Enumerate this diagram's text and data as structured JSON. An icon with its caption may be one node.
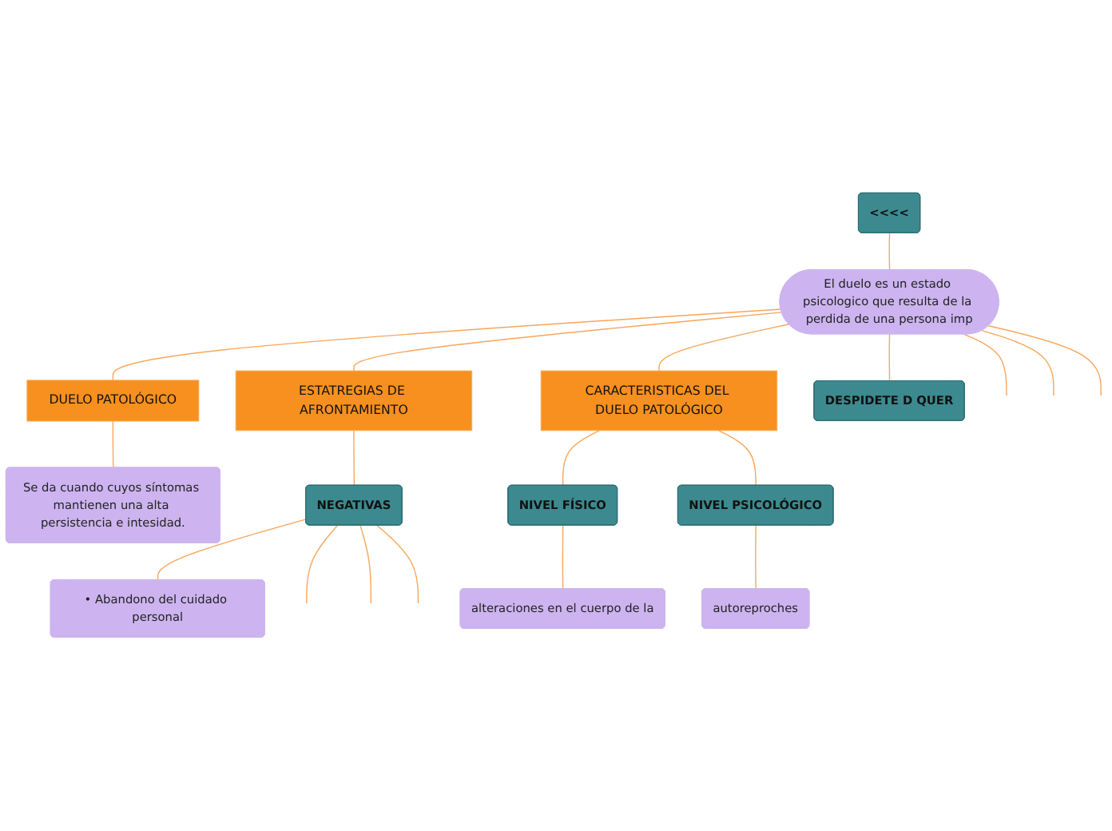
{
  "diagram": {
    "nodes": [
      {
        "text": [
          "<<<<"
        ]
      },
      {
        "text": [
          "El duelo es un estado psicologico que resulta de la perdida de una persona imp"
        ]
      },
      {
        "text": [
          "DUELO PATOLÓGICO"
        ]
      },
      {
        "text": [
          "Se da cuando cuyos síntomas mantienen una alta persistencia e intesidad."
        ]
      },
      {
        "text": [
          "ESTATREGIAS DE AFRONTAMIENTO"
        ]
      },
      {
        "text": [
          "NEGATIVAS"
        ]
      },
      {
        "text": [
          "• Abandono del cuidado personal"
        ]
      },
      {
        "text": [
          "CARACTERISTICAS DEL DUELO PATOLÓGICO"
        ]
      },
      {
        "text": [
          "NIVEL FÍSICO"
        ]
      },
      {
        "text": [
          "NIVEL PSICOLÓGICO"
        ]
      },
      {
        "text": [
          "alteraciones en el cuerpo de la"
        ]
      },
      {
        "text": [
          "autoreproches"
        ]
      },
      {
        "text": [
          "DESPIDETE D QUER"
        ]
      }
    ],
    "edges": [
      {
        "from": 0,
        "to": 1,
        "arrow": "none"
      },
      {
        "from": 1,
        "to": null,
        "arrow": "none"
      },
      {
        "from": 1,
        "to": null,
        "arrow": "none"
      },
      {
        "from": 1,
        "to": 2,
        "arrow": "none"
      },
      {
        "from": 2,
        "to": 3,
        "arrow": "none"
      },
      {
        "from": 1,
        "to": 4,
        "arrow": "none"
      },
      {
        "from": 4,
        "to": 5,
        "arrow": "none"
      },
      {
        "from": 5,
        "to": 6,
        "arrow": "none"
      },
      {
        "from": 5,
        "to": null,
        "arrow": "none"
      },
      {
        "from": 5,
        "to": null,
        "arrow": "none"
      },
      {
        "from": 5,
        "to": null,
        "arrow": "none"
      },
      {
        "from": 1,
        "to": 7,
        "arrow": "none"
      },
      {
        "from": 7,
        "to": 8,
        "arrow": "none"
      },
      {
        "from": 7,
        "to": 9,
        "arrow": "none"
      },
      {
        "from": 8,
        "to": 10,
        "arrow": "none"
      },
      {
        "from": 9,
        "to": 11,
        "arrow": "none"
      },
      {
        "from": 1,
        "to": 12,
        "arrow": "none"
      },
      {
        "from": 1,
        "to": null,
        "arrow": "none"
      }
    ]
  }
}
